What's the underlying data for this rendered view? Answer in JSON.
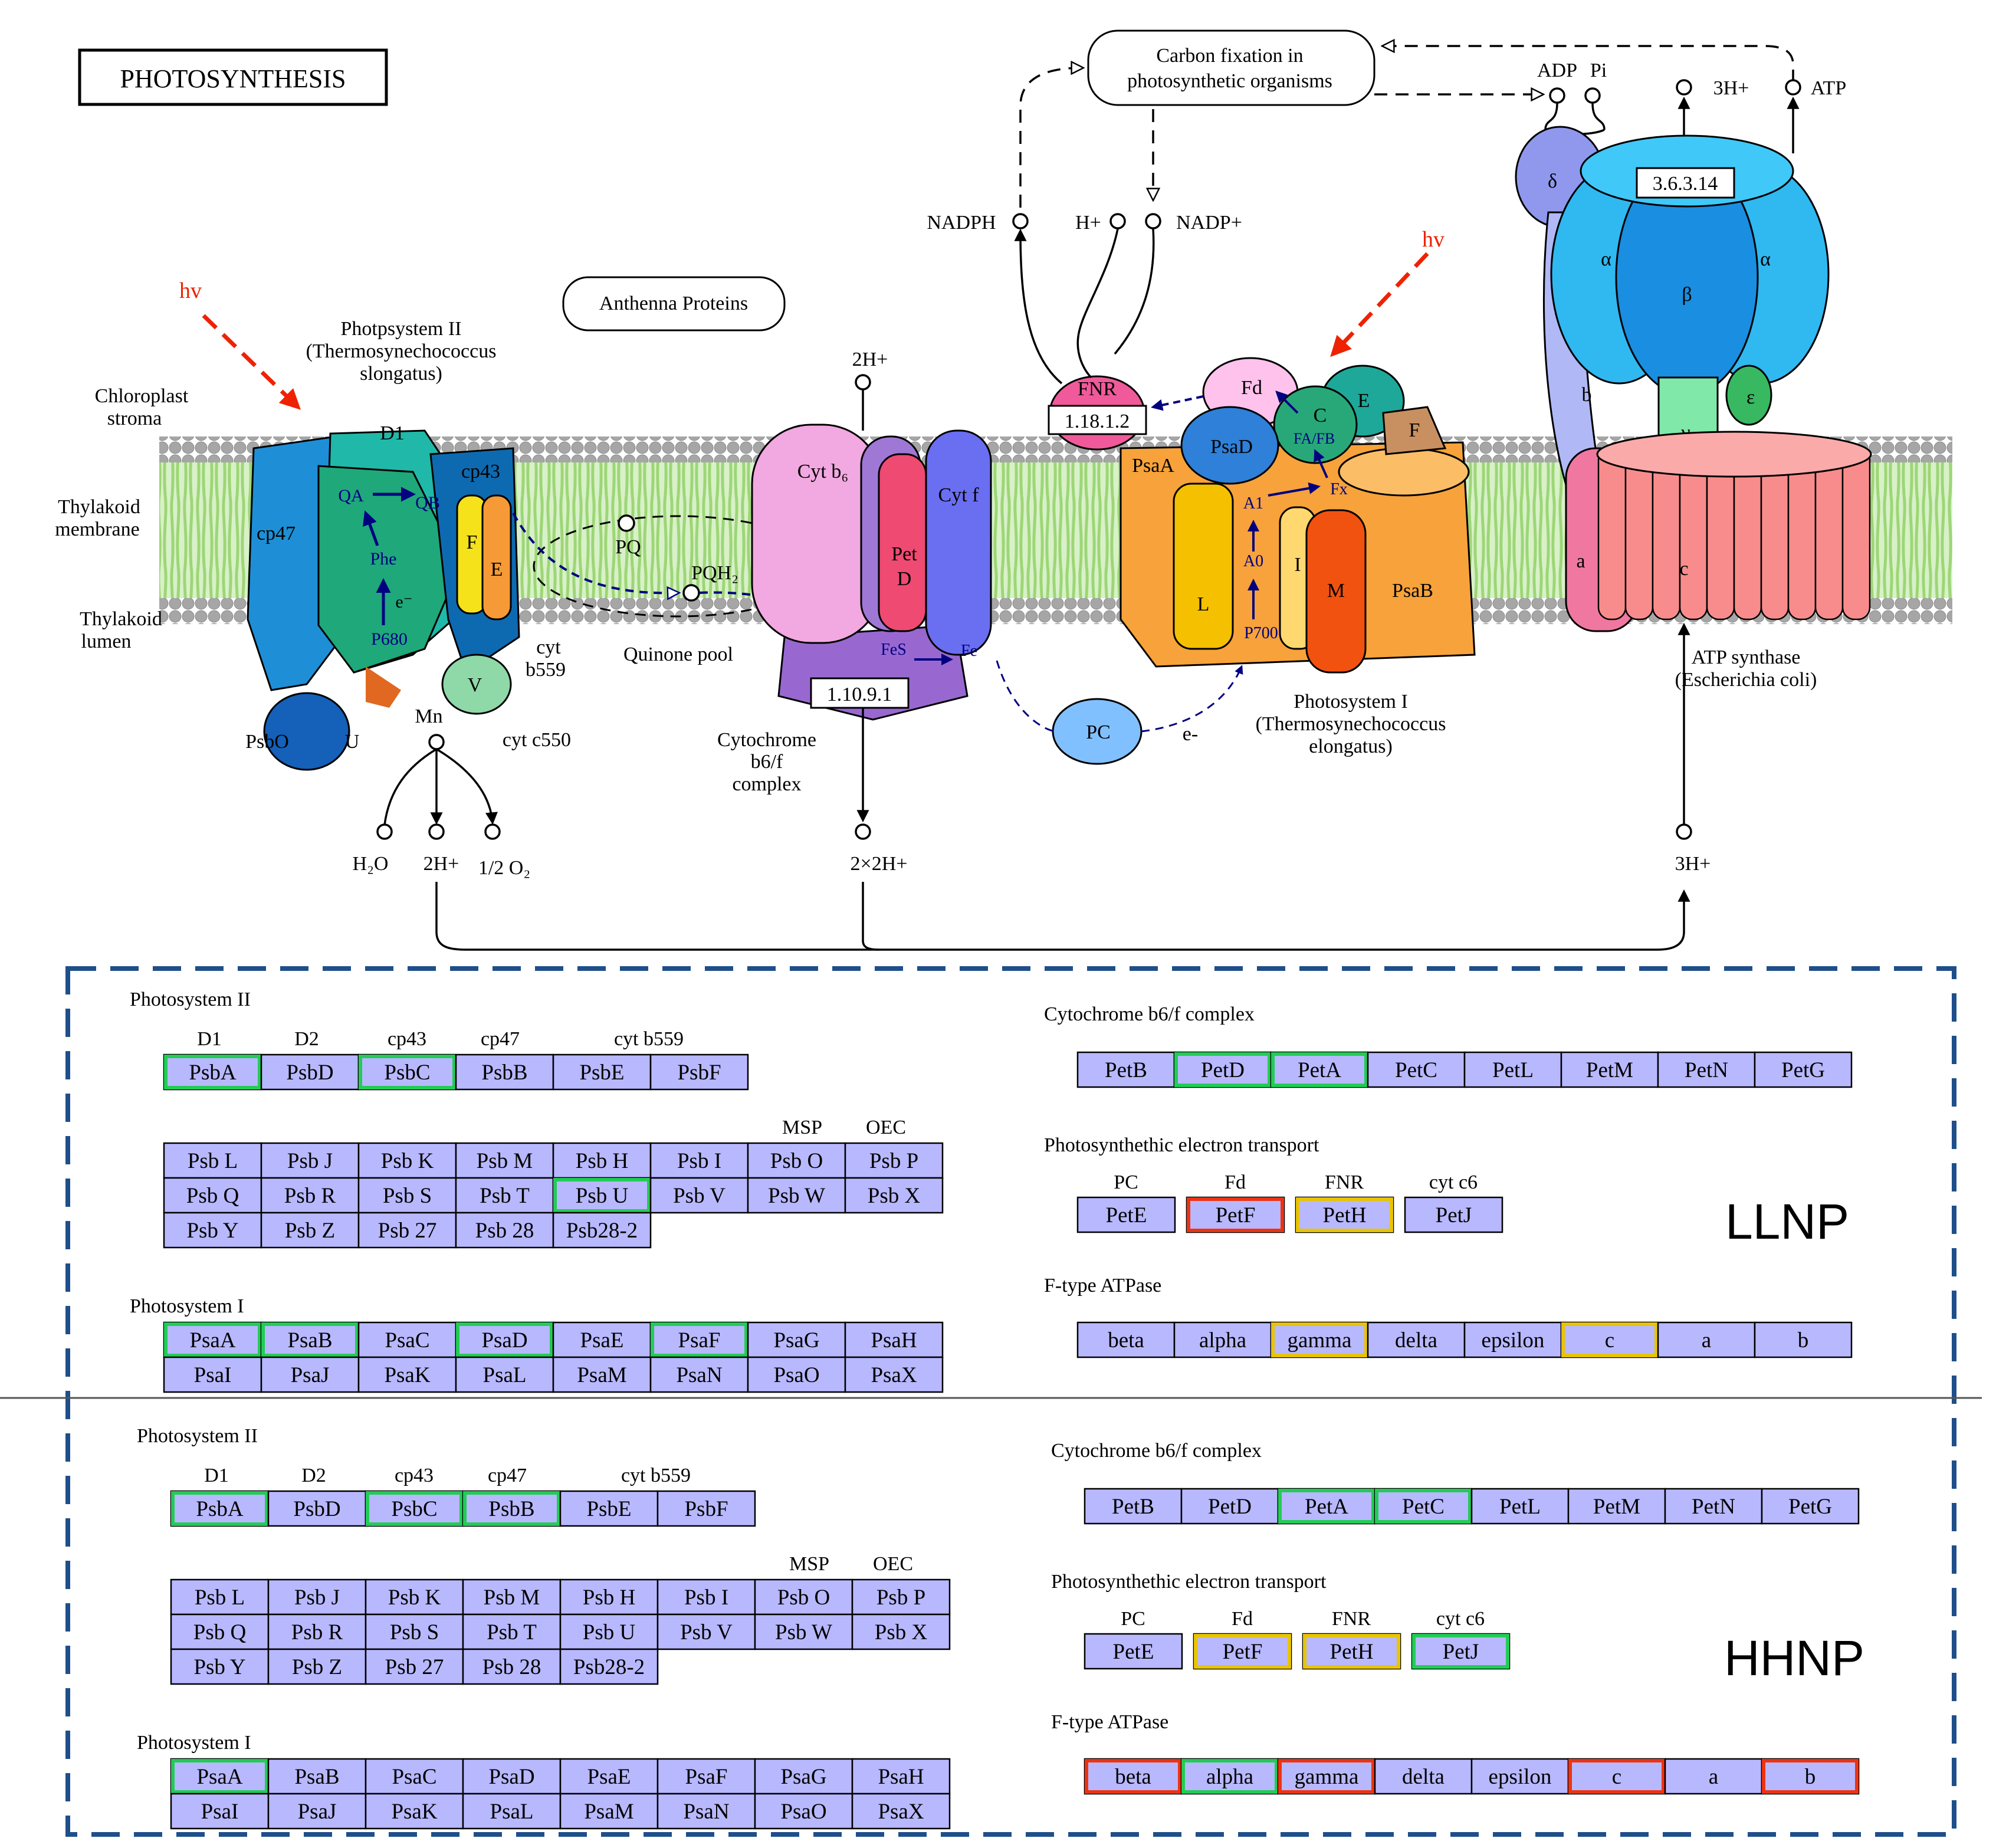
{
  "title": "PHOTOSYNTHESIS",
  "colors": {
    "gene_fill": "#b8b8ff",
    "green_box": "#22cc55",
    "red_box": "#ee3311",
    "yellow_box": "#e8c400",
    "dashed_frame": "#1f4f8a",
    "light_arrow": "#ee2200",
    "electron_arrow": "#000080",
    "membrane": "#9ad66a"
  },
  "diagram": {
    "labels": {
      "hv_left": "hv",
      "hv_right": "hv",
      "psii_title_line1": "Photpsystem II",
      "psii_title_line2": "(Thermosynechococcus",
      "psii_title_line3": "slongatus)",
      "stroma_line1": "Chloroplast",
      "stroma_line2": "stroma",
      "thylakoid_membrane_line1": "Thylakoid",
      "thylakoid_membrane_line2": "membrane",
      "thylakoid_lumen_line1": "Thylakoid",
      "thylakoid_lumen_line2": "lumen",
      "antenna": "Anthenna Proteins",
      "carbon_fixation_line1": "Carbon fixation in",
      "carbon_fixation_line2": "photosynthetic organisms",
      "cyt_complex_line1": "Cytochrome",
      "cyt_complex_line2": "b6/f",
      "cyt_complex_line3": "complex",
      "quinone_pool": "Quinone pool",
      "psi_title_line1": "Photosystem I",
      "psi_title_line2": "(Thermosynechococcus",
      "psi_title_line3": "elongatus)",
      "atp_synthase_line1": "ATP synthase",
      "atp_synthase_line2": "(Escherichia coli)"
    },
    "subunits": {
      "cp47": "cp47",
      "D1": "D1",
      "cp43": "cp43",
      "F": "F",
      "E": "E",
      "QA": "QA",
      "QB": "QB",
      "Phe": "Phe",
      "e": "e⁻",
      "P680": "P680",
      "PsbO": "PsbO",
      "U": "U",
      "V": "V",
      "Mn": "Mn",
      "cyt_b559_line1": "cyt",
      "cyt_b559_line2": "b559",
      "cyt_c550": "cyt c550",
      "PQ": "PQ",
      "PQH2": "PQH₂",
      "Cyt_b6": "Cyt b₆",
      "Pet_line1": "Pet",
      "Pet_line2": "D",
      "Cyt_f": "Cyt f",
      "FeS": "FeS",
      "Fe": "Fe",
      "PC": "PC",
      "e_minus": "e-",
      "FNR": "FNR",
      "Fd": "Fd",
      "PsaD": "PsaD",
      "C": "C",
      "E2": "E",
      "F2": "F",
      "FAFB": "FA/FB",
      "PsaA": "PsaA",
      "Fx": "Fx",
      "A1": "A1",
      "A0": "A0",
      "L": "L",
      "I": "I",
      "M": "M",
      "PsaB": "PsaB",
      "P700": "P700",
      "delta": "δ",
      "alpha1": "α",
      "beta": "β",
      "alpha2": "α",
      "b": "b",
      "epsilon": "ε",
      "gamma": "γ",
      "a": "a",
      "c": "c"
    },
    "ec_numbers": {
      "cytb6f": "1.10.9.1",
      "fnr": "1.18.1.2",
      "atpase": "3.6.3.14"
    },
    "compounds": {
      "H2O": "H₂O",
      "twoH_psii": "2H+",
      "half_O2": "1/2 O₂",
      "twoH_top": "2H+",
      "twoxtwoH": "2×2H+",
      "NADPH": "NADPH",
      "Hplus": "H+",
      "NADPplus": "NADP+",
      "ADP": "ADP",
      "Pi": "Pi",
      "threeH_top": "3H+",
      "ATP": "ATP",
      "threeH_bottom": "3H+"
    }
  },
  "panels": [
    {
      "tag": "LLNP",
      "psii": {
        "title": "Photosystem II",
        "col_labels": [
          "D1",
          "D2",
          "cp43",
          "cp47",
          "cyt b559"
        ],
        "row1": [
          {
            "name": "PsbA",
            "mark": "green"
          },
          {
            "name": "PsbD",
            "mark": ""
          },
          {
            "name": "PsbC",
            "mark": "green"
          },
          {
            "name": "PsbB",
            "mark": ""
          },
          {
            "name": "PsbE",
            "mark": ""
          },
          {
            "name": "PsbF",
            "mark": ""
          }
        ],
        "grid_labels": [
          "MSP",
          "OEC"
        ],
        "grid": [
          [
            {
              "name": "Psb L",
              "mark": ""
            },
            {
              "name": "Psb J",
              "mark": ""
            },
            {
              "name": "Psb K",
              "mark": ""
            },
            {
              "name": "Psb M",
              "mark": ""
            },
            {
              "name": "Psb H",
              "mark": ""
            },
            {
              "name": "Psb I",
              "mark": ""
            },
            {
              "name": "Psb O",
              "mark": ""
            },
            {
              "name": "Psb P",
              "mark": ""
            }
          ],
          [
            {
              "name": "Psb Q",
              "mark": ""
            },
            {
              "name": "Psb R",
              "mark": ""
            },
            {
              "name": "Psb S",
              "mark": ""
            },
            {
              "name": "Psb T",
              "mark": ""
            },
            {
              "name": "Psb U",
              "mark": "green"
            },
            {
              "name": "Psb V",
              "mark": ""
            },
            {
              "name": "Psb W",
              "mark": ""
            },
            {
              "name": "Psb X",
              "mark": ""
            }
          ],
          [
            {
              "name": "Psb Y",
              "mark": ""
            },
            {
              "name": "Psb Z",
              "mark": ""
            },
            {
              "name": "Psb 27",
              "mark": ""
            },
            {
              "name": "Psb 28",
              "mark": ""
            },
            {
              "name": "Psb28-2",
              "mark": ""
            }
          ]
        ]
      },
      "psi": {
        "title": "Photosystem I",
        "grid": [
          [
            {
              "name": "PsaA",
              "mark": "green"
            },
            {
              "name": "PsaB",
              "mark": "green"
            },
            {
              "name": "PsaC",
              "mark": ""
            },
            {
              "name": "PsaD",
              "mark": "green"
            },
            {
              "name": "PsaE",
              "mark": ""
            },
            {
              "name": "PsaF",
              "mark": "green"
            },
            {
              "name": "PsaG",
              "mark": ""
            },
            {
              "name": "PsaH",
              "mark": ""
            }
          ],
          [
            {
              "name": "PsaI",
              "mark": ""
            },
            {
              "name": "PsaJ",
              "mark": ""
            },
            {
              "name": "PsaK",
              "mark": ""
            },
            {
              "name": "PsaL",
              "mark": ""
            },
            {
              "name": "PsaM",
              "mark": ""
            },
            {
              "name": "PsaN",
              "mark": ""
            },
            {
              "name": "PsaO",
              "mark": ""
            },
            {
              "name": "PsaX",
              "mark": ""
            }
          ]
        ]
      },
      "cyt": {
        "title": "Cytochrome b6/f complex",
        "row": [
          {
            "name": "PetB",
            "mark": ""
          },
          {
            "name": "PetD",
            "mark": "green"
          },
          {
            "name": "PetA",
            "mark": "green"
          },
          {
            "name": "PetC",
            "mark": ""
          },
          {
            "name": "PetL",
            "mark": ""
          },
          {
            "name": "PetM",
            "mark": ""
          },
          {
            "name": "PetN",
            "mark": ""
          },
          {
            "name": "PetG",
            "mark": ""
          }
        ]
      },
      "pet": {
        "title": "Photosynthethic electron transport",
        "items": [
          {
            "label": "PC",
            "name": "PetE",
            "mark": ""
          },
          {
            "label": "Fd",
            "name": "PetF",
            "mark": "red"
          },
          {
            "label": "FNR",
            "name": "PetH",
            "mark": "yellow"
          },
          {
            "label": "cyt c6",
            "name": "PetJ",
            "mark": ""
          }
        ]
      },
      "atpase": {
        "title": "F-type ATPase",
        "row": [
          {
            "name": "beta",
            "mark": ""
          },
          {
            "name": "alpha",
            "mark": ""
          },
          {
            "name": "gamma",
            "mark": "yellow"
          },
          {
            "name": "delta",
            "mark": ""
          },
          {
            "name": "epsilon",
            "mark": ""
          },
          {
            "name": "c",
            "mark": "yellow"
          },
          {
            "name": "a",
            "mark": ""
          },
          {
            "name": "b",
            "mark": ""
          }
        ]
      }
    },
    {
      "tag": "HHNP",
      "psii": {
        "title": "Photosystem II",
        "col_labels": [
          "D1",
          "D2",
          "cp43",
          "cp47",
          "cyt b559"
        ],
        "row1": [
          {
            "name": "PsbA",
            "mark": "green"
          },
          {
            "name": "PsbD",
            "mark": ""
          },
          {
            "name": "PsbC",
            "mark": "green"
          },
          {
            "name": "PsbB",
            "mark": "green"
          },
          {
            "name": "PsbE",
            "mark": ""
          },
          {
            "name": "PsbF",
            "mark": ""
          }
        ],
        "grid_labels": [
          "MSP",
          "OEC"
        ],
        "grid": [
          [
            {
              "name": "Psb L",
              "mark": ""
            },
            {
              "name": "Psb J",
              "mark": ""
            },
            {
              "name": "Psb K",
              "mark": ""
            },
            {
              "name": "Psb M",
              "mark": ""
            },
            {
              "name": "Psb H",
              "mark": ""
            },
            {
              "name": "Psb I",
              "mark": ""
            },
            {
              "name": "Psb O",
              "mark": ""
            },
            {
              "name": "Psb P",
              "mark": ""
            }
          ],
          [
            {
              "name": "Psb Q",
              "mark": ""
            },
            {
              "name": "Psb R",
              "mark": ""
            },
            {
              "name": "Psb S",
              "mark": ""
            },
            {
              "name": "Psb T",
              "mark": ""
            },
            {
              "name": "Psb U",
              "mark": ""
            },
            {
              "name": "Psb V",
              "mark": ""
            },
            {
              "name": "Psb W",
              "mark": ""
            },
            {
              "name": "Psb X",
              "mark": ""
            }
          ],
          [
            {
              "name": "Psb Y",
              "mark": ""
            },
            {
              "name": "Psb Z",
              "mark": ""
            },
            {
              "name": "Psb 27",
              "mark": ""
            },
            {
              "name": "Psb 28",
              "mark": ""
            },
            {
              "name": "Psb28-2",
              "mark": ""
            }
          ]
        ]
      },
      "psi": {
        "title": "Photosystem I",
        "grid": [
          [
            {
              "name": "PsaA",
              "mark": "green"
            },
            {
              "name": "PsaB",
              "mark": ""
            },
            {
              "name": "PsaC",
              "mark": ""
            },
            {
              "name": "PsaD",
              "mark": ""
            },
            {
              "name": "PsaE",
              "mark": ""
            },
            {
              "name": "PsaF",
              "mark": ""
            },
            {
              "name": "PsaG",
              "mark": ""
            },
            {
              "name": "PsaH",
              "mark": ""
            }
          ],
          [
            {
              "name": "PsaI",
              "mark": ""
            },
            {
              "name": "PsaJ",
              "mark": ""
            },
            {
              "name": "PsaK",
              "mark": ""
            },
            {
              "name": "PsaL",
              "mark": ""
            },
            {
              "name": "PsaM",
              "mark": ""
            },
            {
              "name": "PsaN",
              "mark": ""
            },
            {
              "name": "PsaO",
              "mark": ""
            },
            {
              "name": "PsaX",
              "mark": ""
            }
          ]
        ]
      },
      "cyt": {
        "title": "Cytochrome b6/f complex",
        "row": [
          {
            "name": "PetB",
            "mark": ""
          },
          {
            "name": "PetD",
            "mark": ""
          },
          {
            "name": "PetA",
            "mark": "green"
          },
          {
            "name": "PetC",
            "mark": "green"
          },
          {
            "name": "PetL",
            "mark": ""
          },
          {
            "name": "PetM",
            "mark": ""
          },
          {
            "name": "PetN",
            "mark": ""
          },
          {
            "name": "PetG",
            "mark": ""
          }
        ]
      },
      "pet": {
        "title": "Photosynthethic electron transport",
        "items": [
          {
            "label": "PC",
            "name": "PetE",
            "mark": ""
          },
          {
            "label": "Fd",
            "name": "PetF",
            "mark": "yellow"
          },
          {
            "label": "FNR",
            "name": "PetH",
            "mark": "yellow"
          },
          {
            "label": "cyt c6",
            "name": "PetJ",
            "mark": "green"
          }
        ]
      },
      "atpase": {
        "title": "F-type ATPase",
        "row": [
          {
            "name": "beta",
            "mark": "red"
          },
          {
            "name": "alpha",
            "mark": "green"
          },
          {
            "name": "gamma",
            "mark": "red"
          },
          {
            "name": "delta",
            "mark": ""
          },
          {
            "name": "epsilon",
            "mark": ""
          },
          {
            "name": "c",
            "mark": "red"
          },
          {
            "name": "a",
            "mark": ""
          },
          {
            "name": "b",
            "mark": "red"
          }
        ]
      }
    }
  ]
}
